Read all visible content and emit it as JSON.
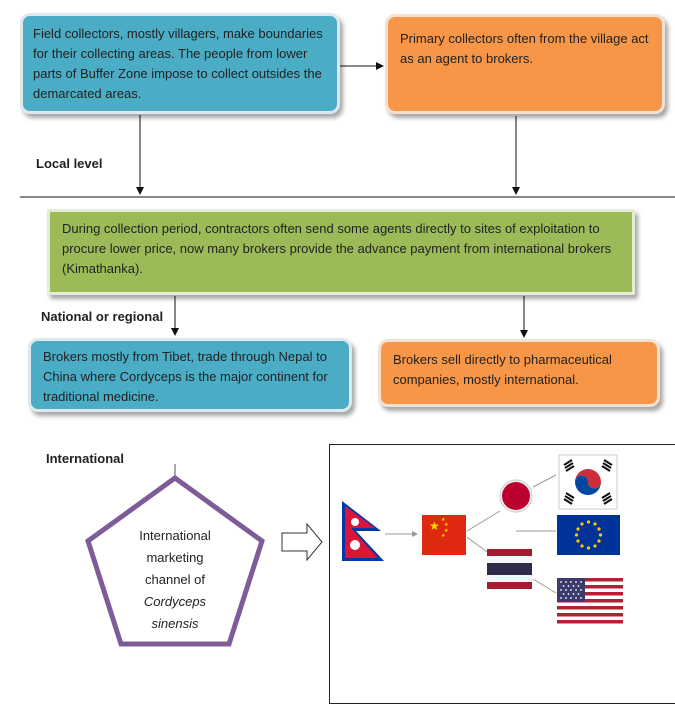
{
  "boxes": {
    "field_collectors": "Field collectors, mostly villagers, make boundaries for their collecting areas. The people from lower parts of Buffer Zone impose to collect outsides the demarcated areas.",
    "primary_collectors": "Primary collectors often from the village act as an agent to brokers.",
    "collection_period": "During collection period, contractors often send some agents directly to sites of exploitation to procure lower price, now many brokers provide the advance payment from international brokers (Kimathanka).",
    "brokers_tibet": "Brokers mostly from Tibet, trade through Nepal to China where Cordyceps is the major continent for  traditional medicine.",
    "brokers_pharma": "Brokers sell directly to pharmaceutical companies, mostly international."
  },
  "levels": {
    "local": "Local level",
    "national": "National or regional",
    "international": "International"
  },
  "pentagon": {
    "line1": "International",
    "line2": "marketing",
    "line3": "channel of",
    "line4": "Cordyceps",
    "line5": "sinensis"
  },
  "colors": {
    "blue": "#4bacc6",
    "orange": "#f79646",
    "green": "#9bbb59",
    "pentagon_border": "#7e5c98"
  },
  "flags": [
    "nepal-flag",
    "china-flag",
    "japan-flag",
    "thailand-flag",
    "south-korea-flag",
    "eu-flag",
    "usa-flag"
  ]
}
